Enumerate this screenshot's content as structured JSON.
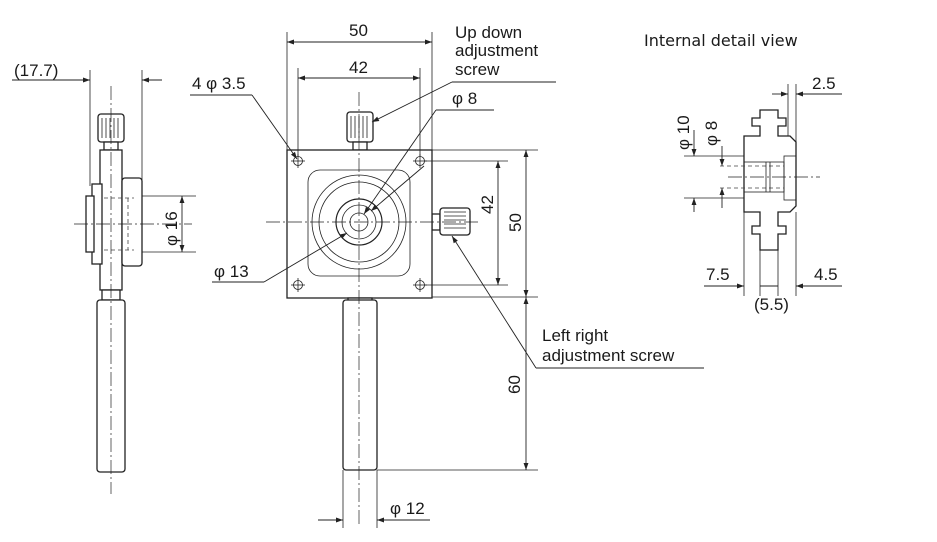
{
  "title": "Internal detail view",
  "callouts": {
    "up_down_screw": [
      "Up down",
      "adjustment",
      "screw"
    ],
    "left_right_screw": [
      "Left right",
      "adjustment screw"
    ]
  },
  "dimensions": {
    "total_width": "50",
    "hole_pitch_h": "42",
    "side_thickness": "(17.7)",
    "hole_dia": "4 φ 3.5",
    "bore_dia": "φ 8",
    "knob_dia": "φ 16",
    "aperture_dia": "φ 13",
    "hole_pitch_v": "42",
    "total_height": "50",
    "handle_length": "60",
    "handle_dia": "φ 12",
    "detail_outer_dia": "φ 10",
    "detail_inner_dia": "φ 8",
    "detail_flange": "2.5",
    "detail_left": "7.5",
    "detail_right": "4.5",
    "detail_total": "(5.5)"
  }
}
